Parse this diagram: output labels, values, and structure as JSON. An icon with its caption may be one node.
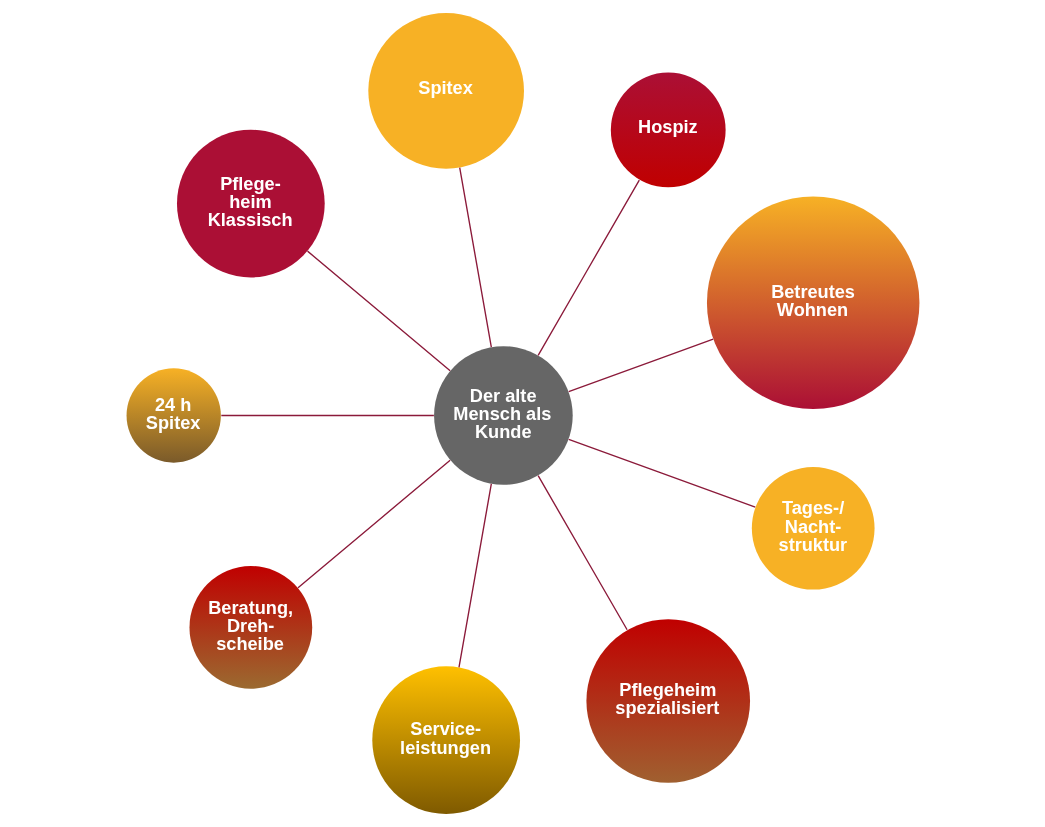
{
  "diagram": {
    "nodes": [
      {
        "text": [
          "Betreutes Wohnen"
        ]
      },
      {
        "text": [
          "Hospiz"
        ]
      },
      {
        "text": [
          "Spitex"
        ]
      },
      {
        "text": [
          "Pflege- heim Klassisch"
        ]
      },
      {
        "text": [
          "Der alte Mensch als Kunde"
        ]
      },
      {
        "text": [
          "24 h Spitex"
        ]
      },
      {
        "text": [
          "Beratung, Dreh- scheibe"
        ]
      },
      {
        "text": [
          "Service- leistungen"
        ]
      },
      {
        "text": [
          "Pflegeheim spezialisiert"
        ]
      },
      {
        "text": [
          "Tages-/ Nacht- struktur"
        ]
      }
    ],
    "edges": [
      {
        "from": 4,
        "to": 0,
        "arrow": "none"
      },
      {
        "from": 4,
        "to": 1,
        "arrow": "none"
      },
      {
        "from": 4,
        "to": 2,
        "arrow": "none"
      },
      {
        "from": 4,
        "to": 3,
        "arrow": "none"
      },
      {
        "from": 4,
        "to": 5,
        "arrow": "none"
      },
      {
        "from": 4,
        "to": 6,
        "arrow": "none"
      },
      {
        "from": 4,
        "to": 7,
        "arrow": "none"
      },
      {
        "from": 4,
        "to": 8,
        "arrow": "none"
      },
      {
        "from": 4,
        "to": 9,
        "arrow": "none"
      }
    ]
  }
}
